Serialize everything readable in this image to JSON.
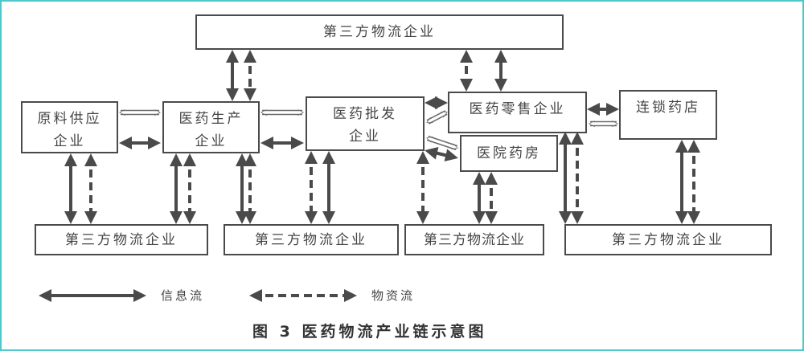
{
  "diagram": {
    "nodes": {
      "logistics_top": "第三方物流企业",
      "raw_supplier": [
        "原料供应",
        "企业"
      ],
      "manufacturer": [
        "医药生产",
        "企业"
      ],
      "wholesaler": [
        "医药批发",
        "企业"
      ],
      "retailer": "医药零售企业",
      "chain_pharmacy": "连锁药店",
      "hospital_pharmacy": "医院药房",
      "logistics_bottom_1": "第三方物流企业",
      "logistics_bottom_2": "第三方物流企业",
      "logistics_bottom_3": "第三方物流企业",
      "logistics_bottom_4": "第三方物流企业"
    },
    "edges": [
      {
        "from": "raw_supplier",
        "to": "manufacturer",
        "types": [
          "hollow",
          "information"
        ]
      },
      {
        "from": "manufacturer",
        "to": "wholesaler",
        "types": [
          "hollow",
          "information"
        ]
      },
      {
        "from": "wholesaler",
        "to": "retailer",
        "types": [
          "information",
          "hollow"
        ]
      },
      {
        "from": "wholesaler",
        "to": "hospital_pharmacy",
        "types": [
          "hollow",
          "information"
        ]
      },
      {
        "from": "retailer",
        "to": "chain_pharmacy",
        "types": [
          "information",
          "hollow"
        ]
      },
      {
        "from": "manufacturer",
        "to": "logistics_top",
        "types": [
          "information",
          "material"
        ]
      },
      {
        "from": "retailer",
        "to": "logistics_top",
        "types": [
          "material",
          "information"
        ]
      },
      {
        "from": "raw_supplier",
        "to": "logistics_bottom_1",
        "types": [
          "information",
          "material"
        ]
      },
      {
        "from": "manufacturer",
        "to": "logistics_bottom_1",
        "types": [
          "information",
          "material"
        ]
      },
      {
        "from": "manufacturer",
        "to": "logistics_bottom_2",
        "types": [
          "information",
          "material"
        ]
      },
      {
        "from": "wholesaler",
        "to": "logistics_bottom_2",
        "types": [
          "material",
          "information"
        ]
      },
      {
        "from": "wholesaler",
        "to": "logistics_bottom_3",
        "types": [
          "material"
        ]
      },
      {
        "from": "hospital_pharmacy",
        "to": "logistics_bottom_3",
        "types": [
          "information",
          "material"
        ]
      },
      {
        "from": "retailer",
        "to": "logistics_bottom_4",
        "types": [
          "information",
          "material"
        ]
      },
      {
        "from": "chain_pharmacy",
        "to": "logistics_bottom_4",
        "types": [
          "information",
          "material"
        ]
      }
    ]
  },
  "legend": {
    "information_flow": "信息流",
    "material_flow": "物资流"
  },
  "caption": "图 3  医药物流产业链示意图",
  "colors": {
    "frame_border": "#4fc8cc",
    "line": "#4a4a4a",
    "text": "#444444"
  }
}
